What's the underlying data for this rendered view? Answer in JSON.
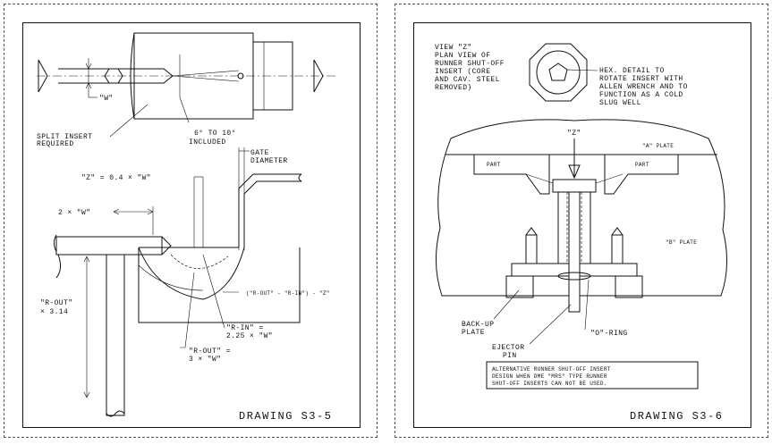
{
  "sheet_left": {
    "title": "DRAWING S3-5",
    "labels": {
      "w_top": "\"W\"",
      "split_insert_1": "SPLIT INSERT",
      "split_insert_2": "REQUIRED",
      "angle_1": "6° TO 10°",
      "angle_2": "INCLUDED",
      "gate_1": "GATE",
      "gate_2": "DIAMETER",
      "z_eq": "\"Z\" = 0.4 × \"W\"",
      "two_w": "2 × \"W\"",
      "r_out_1": "\"R-OUT\"",
      "r_out_2": "× 3.14",
      "r_in_1": "\"R-IN\" =",
      "r_in_2": "2.25 × \"W\"",
      "r_out_eq_1": "\"R-OUT\" =",
      "r_out_eq_2": "3 × \"W\"",
      "diff_formula": "(\"R-OUT\" - \"R-IN\") - \"Z\""
    }
  },
  "sheet_right": {
    "title": "DRAWING S3-6",
    "labels": {
      "view_1": "VIEW \"Z\"",
      "view_2": "PLAN VIEW OF",
      "view_3": "RUNNER SHUT-OFF",
      "view_4": "INSERT (CORE",
      "view_5": "AND CAV. STEEL",
      "view_6": "REMOVED)",
      "hex_1": "HEX. DETAIL TO",
      "hex_2": "ROTATE INSERT WITH",
      "hex_3": "ALLEN WRENCH AND TO",
      "hex_4": "FUNCTION AS A COLD",
      "hex_5": "SLUG WELL",
      "z_arrow": "\"Z\"",
      "a_plate": "\"A\" PLATE",
      "part_left": "PART",
      "part_right": "PART",
      "b_plate": "\"B\" PLATE",
      "backup_1": "BACK-UP",
      "backup_2": "PLATE",
      "ejector_1": "EJECTOR",
      "ejector_2": "PIN",
      "o_ring": "\"O\"-RING",
      "note_1": "ALTERNATIVE RUNNER SHUT-OFF INSERT",
      "note_2": "DESIGN WHEN DME \"MRS\" TYPE RUNNER",
      "note_3": "SHUT-OFF INSERTS CAN NOT BE USED."
    }
  }
}
